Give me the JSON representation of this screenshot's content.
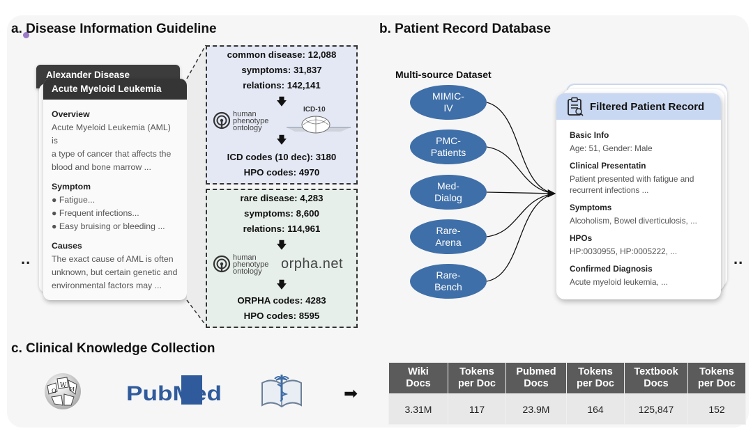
{
  "sections": {
    "a": "a. Disease Information Guideline",
    "b": "b. Patient Record Database",
    "c": "c. Clinical Knowledge Collection"
  },
  "disease_cards": {
    "back_title": "Alexander Disease",
    "front_title": "Acute Myeloid Leukemia",
    "overview_heading": "Overview",
    "overview_text": [
      "Acute Myeloid Leukemia (AML) is",
      "a type of cancer that affects the",
      "blood and bone marrow ..."
    ],
    "symptom_heading": "Symptom",
    "symptoms": [
      "● Fatigue...",
      "● Frequent infections...",
      "● Easy bruising or bleeding ..."
    ],
    "causes_heading": "Causes",
    "causes_text": [
      "The exact cause of AML is often",
      "unknown, but certain genetic and",
      "environmental factors may ..."
    ]
  },
  "ellipsis": "..",
  "common_box": {
    "lines": [
      "common disease: 12,088",
      "symptoms: 31,837",
      "relations: 142,141"
    ],
    "logo_hpo": [
      "human",
      "phenotype",
      "ontology"
    ],
    "logo_icd": "ICD-10",
    "codes": [
      "ICD codes (10 dec): 3180",
      "HPO codes: 4970"
    ]
  },
  "rare_box": {
    "lines": [
      "rare disease: 4,283",
      "symptoms: 8,600",
      "relations: 114,961"
    ],
    "logo_hpo": [
      "human",
      "phenotype",
      "ontology"
    ],
    "logo_orpha": "orpha.net",
    "codes": [
      "ORPHA codes: 4283",
      "HPO codes: 8595"
    ]
  },
  "arrow_glyph": "🡇",
  "multi_source": {
    "title": "Multi-source Dataset",
    "sources": [
      {
        "line1": "MIMIC-",
        "line2": "IV"
      },
      {
        "line1": "PMC-",
        "line2": "Patients"
      },
      {
        "line1": "Med-",
        "line2": "Dialog"
      },
      {
        "line1": "Rare-",
        "line2": "Arena"
      },
      {
        "line1": "Rare-",
        "line2": "Bench"
      }
    ],
    "ellipse_color": "#3f6fa8"
  },
  "patient_record": {
    "title": "Filtered Patient Record",
    "basic_info_heading": "Basic Info",
    "basic_info": "Age: 51, Gender: Male",
    "presentation_heading": "Clinical Presentatin",
    "presentation": [
      "Patient presented with fatigue and",
      "recurrent infections ..."
    ],
    "symptoms_heading": "Symptoms",
    "symptoms": "Alcoholism, Bowel diverticulosis, ...",
    "hpos_heading": "HPOs",
    "hpos": "HP:0030955, HP:0005222, ...",
    "diagnosis_heading": "Confirmed Diagnosis",
    "diagnosis": "Acute myeloid leukemia, ..."
  },
  "knowledge": {
    "pubmed_logo": "PubMed",
    "arrow": "➡",
    "table_headers": [
      [
        "Wiki",
        "Docs"
      ],
      [
        "Tokens",
        "per Doc"
      ],
      [
        "Pubmed",
        "Docs"
      ],
      [
        "Tokens",
        "per Doc"
      ],
      [
        "Textbook",
        "Docs"
      ],
      [
        "Tokens",
        "per Doc"
      ]
    ],
    "table_values": [
      "3.31M",
      "117",
      "23.9M",
      "164",
      "125,847",
      "152"
    ]
  },
  "colors": {
    "ellipse": "#3f6fa8",
    "box_common": "#e4e8f4",
    "box_rare": "#e6efea",
    "record_header": "#c9d8f2",
    "table_header": "#5b5b5b",
    "pubmed_blue": "#2f5b9c"
  }
}
